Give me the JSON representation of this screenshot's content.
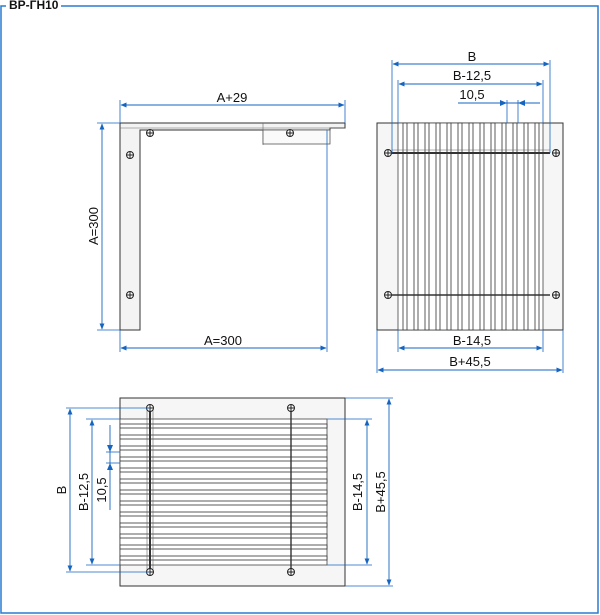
{
  "title": "ВР-ГН10",
  "colors": {
    "frame": "#2a7bd0",
    "dimension": "#1565c0",
    "outline": "#333333",
    "grille": "#555555"
  },
  "side_view": {
    "top_dim": "A+29",
    "left_dim": "A=300",
    "bottom_dim": "A=300"
  },
  "front_view": {
    "dim_b": "B",
    "dim_b_minus_12_5": "B-12,5",
    "dim_10_5": "10,5",
    "dim_b_minus_14_5": "B-14,5",
    "dim_b_plus_45_5": "B+45,5"
  },
  "plan_view": {
    "dim_b": "B",
    "dim_b_minus_12_5": "B-12,5",
    "dim_10_5": "10,5",
    "dim_b_minus_14_5": "B-14,5",
    "dim_b_plus_45_5": "B+45,5"
  }
}
